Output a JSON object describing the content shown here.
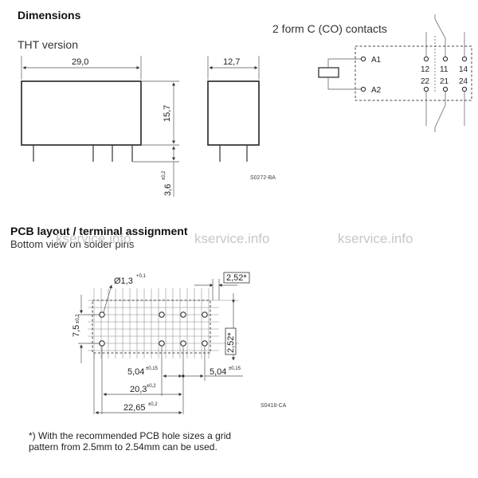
{
  "titles": {
    "dimensions": "Dimensions",
    "tht_version": "THT version",
    "contacts": "2 form C (CO) contacts",
    "pcb_layout": "PCB layout / terminal assignment",
    "bottom_view": "Bottom view on solder pins"
  },
  "dimensions": {
    "width": "29,0",
    "depth": "12,7",
    "height": "15,7",
    "pin_length": "3,6",
    "pin_tol": "±0,2"
  },
  "drawing_codes": {
    "tht": "S0272-BA",
    "pcb": "S0418-CA"
  },
  "contacts": {
    "coil": [
      "A1",
      "A2"
    ],
    "top_row": [
      "12",
      "11",
      "14"
    ],
    "bottom_row": [
      "22",
      "21",
      "24"
    ]
  },
  "pcb": {
    "hole_dia": "Ø1,3",
    "hole_tol": "+0,1",
    "grid_top": "2,52*",
    "grid_right": "2,52*",
    "row_spacing": "7,5",
    "row_tol": "±0,2",
    "pitch_a": "5,04",
    "pitch_b": "5,04",
    "pitch_tol": "±0,15",
    "span_a": "20,3",
    "span_b": "22,65",
    "span_tol": "±0,2"
  },
  "watermark": [
    "kservice.info",
    "kservice.info",
    "kservice.info"
  ],
  "footnote": [
    "*) With the recommended PCB hole sizes a grid",
    "pattern from 2.5mm to 2.54mm can be used."
  ]
}
